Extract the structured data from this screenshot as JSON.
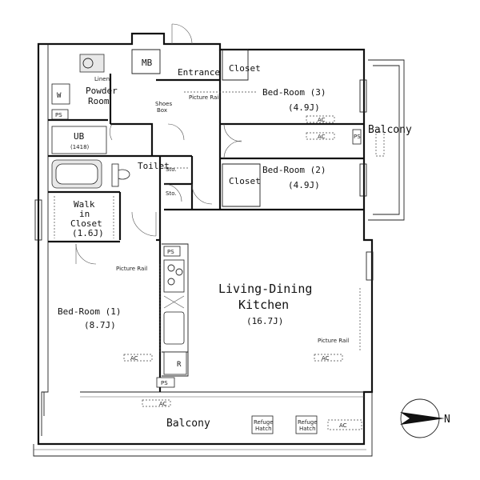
{
  "rooms": {
    "bed1_name": "Bed-Room (1)",
    "bed1_size": "(8.7J)",
    "bed2_name": "Bed-Room (2)",
    "bed2_size": "(4.9J)",
    "bed3_name": "Bed-Room (3)",
    "bed3_size": "(4.9J)",
    "ldk_line1": "Living-Dining",
    "ldk_line2": "Kitchen",
    "ldk_size": "(16.7J)",
    "powder_line1": "Powder",
    "powder_line2": "Room",
    "ub": "UB",
    "ub_size": "(1418)",
    "toilet": "Toilet",
    "wic_line1": "Walk",
    "wic_line2": "in",
    "wic_line3": "Closet",
    "wic_size": "(1.6J)",
    "entrance": "Entrance",
    "closet_a": "Closet",
    "closet_b": "Closet",
    "balcony_east": "Balcony",
    "balcony_south": "Balcony"
  },
  "fixtures": {
    "mb": "MB",
    "w": "W",
    "ps_a": "PS",
    "ps_b": "PS",
    "ps_c": "PS",
    "ps_d": "PS",
    "linen": "Linen",
    "shoes_box_line1": "Shoes",
    "shoes_box_line2": "Box",
    "sto_a": "Sto.",
    "sto_b": "Sto.",
    "r": "R",
    "picture_rail_a": "Picture Rail",
    "picture_rail_b": "Picture Rail",
    "picture_rail_c": "Picture Rail",
    "ac_a": "AC",
    "ac_b": "AC",
    "ac_c": "AC",
    "ac_d": "AC",
    "ac_e": "AC",
    "ac_f": "AC",
    "refuge_a_line1": "Refuge",
    "refuge_a_line2": "Hatch",
    "refuge_b_line1": "Refuge",
    "refuge_b_line2": "Hatch"
  },
  "compass": {
    "north": "N"
  }
}
